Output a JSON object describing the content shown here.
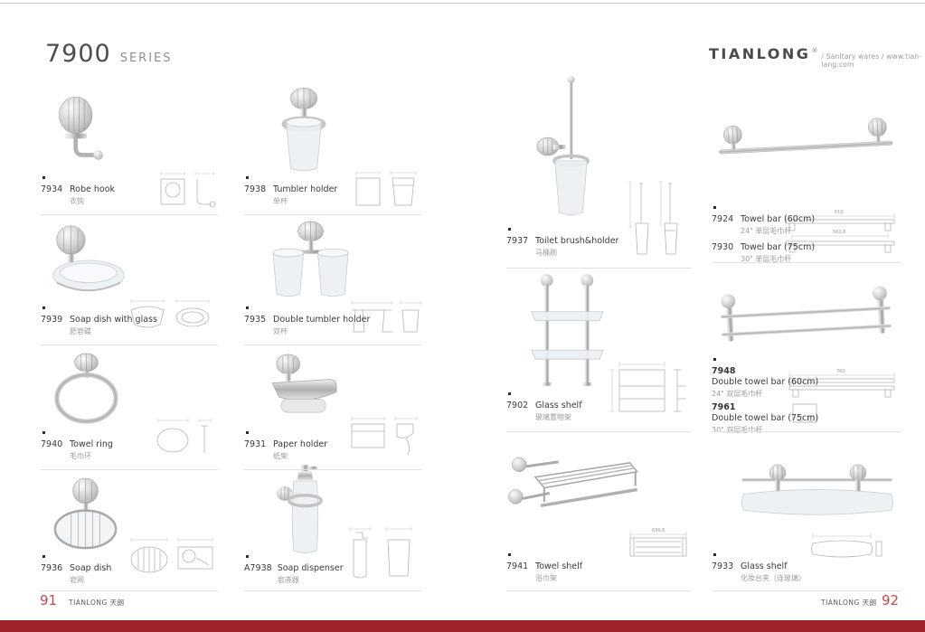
{
  "header": {
    "series_number": "7900",
    "series_label": "SERIES",
    "brand": "TIANLONG",
    "brand_mark": "®",
    "tagline": "/ Sanitary wares / www.tian-lang.com"
  },
  "footer": {
    "page_left": "91",
    "page_right": "92",
    "brand_left": "TIANLONG 天朗",
    "brand_right": "TIANLONG 天朗"
  },
  "colors": {
    "accent_red": "#bf4a47",
    "bottom_bar_red": "#9e2228"
  },
  "products": [
    {
      "id": "7934",
      "name": "Robe hook",
      "name_cn": "衣钩"
    },
    {
      "id": "7938",
      "name": "Tumbler holder",
      "name_cn": "单杯"
    },
    {
      "id": "7939",
      "name": "Soap dish with glass",
      "name_cn": "肥皂碟"
    },
    {
      "id": "7935",
      "name": "Double tumbler holder",
      "name_cn": "双杯"
    },
    {
      "id": "7940",
      "name": "Towel ring",
      "name_cn": "毛巾环"
    },
    {
      "id": "7931",
      "name": "Paper holder",
      "name_cn": "纸架"
    },
    {
      "id": "7936",
      "name": "Soap dish",
      "name_cn": "皂网"
    },
    {
      "id": "A7938",
      "name": "Soap dispenser",
      "name_cn": "皂液器"
    },
    {
      "id": "7937",
      "name": "Toilet brush&holder",
      "name_cn": "马桶刷"
    },
    {
      "id": "7924",
      "name": "Towel bar (60cm)",
      "name_cn": "24\"  单层毛巾杆"
    },
    {
      "id": "7930",
      "name": "Towel bar (75cm)",
      "name_cn": "30\"  单层毛巾杆"
    },
    {
      "id": "7902",
      "name": "Glass shelf",
      "name_cn": "玻璃置物架"
    },
    {
      "id": "7948",
      "name": "Double towel bar (60cm)",
      "name_cn": "24\"  双层毛巾杆"
    },
    {
      "id": "7961",
      "name": "Double towel bar (75cm)",
      "name_cn": "30\"  双层毛巾杆"
    },
    {
      "id": "7941",
      "name": "Towel shelf",
      "name_cn": "浴巾架"
    },
    {
      "id": "7933",
      "name": "Glass shelf",
      "name_cn": "化妆台夹（连玻璃）"
    }
  ],
  "dims": {
    "towel_bar_length": "610",
    "towel_bar_center_distance": "560.8",
    "double_towel_bar_length": "760",
    "towel_shelf_length": "699.6"
  }
}
